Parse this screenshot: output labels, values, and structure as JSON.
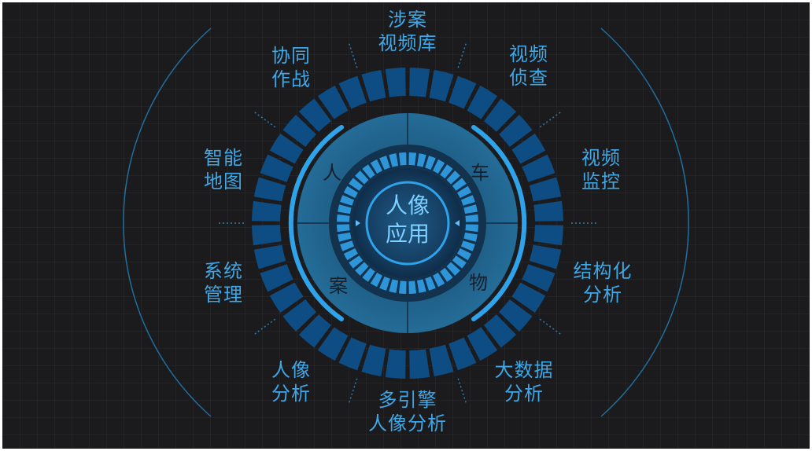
{
  "center": {
    "line1": "人像",
    "line2": "应用"
  },
  "quadrants": [
    "人",
    "车",
    "案",
    "物"
  ],
  "modules": [
    {
      "line1": "涉案",
      "line2": "视频库"
    },
    {
      "line1": "视频",
      "line2": "侦查"
    },
    {
      "line1": "视频",
      "line2": "监控"
    },
    {
      "line1": "结构化",
      "line2": "分析"
    },
    {
      "line1": "大数据",
      "line2": "分析"
    },
    {
      "line1": "多引擎",
      "line2": "人像分析"
    },
    {
      "line1": "人像",
      "line2": "分析"
    },
    {
      "line1": "系统",
      "line2": "管理"
    },
    {
      "line1": "智能",
      "line2": "地图"
    },
    {
      "line1": "协同",
      "line2": "作战"
    }
  ],
  "colors": {
    "label": "#3fa7e6",
    "outer_ring": "#0d4d84",
    "inner_ring": "#2e95d8",
    "quadrant": "#1d5f88",
    "accent_arc": "#2fa3ea",
    "background": "#1b1b1d"
  }
}
